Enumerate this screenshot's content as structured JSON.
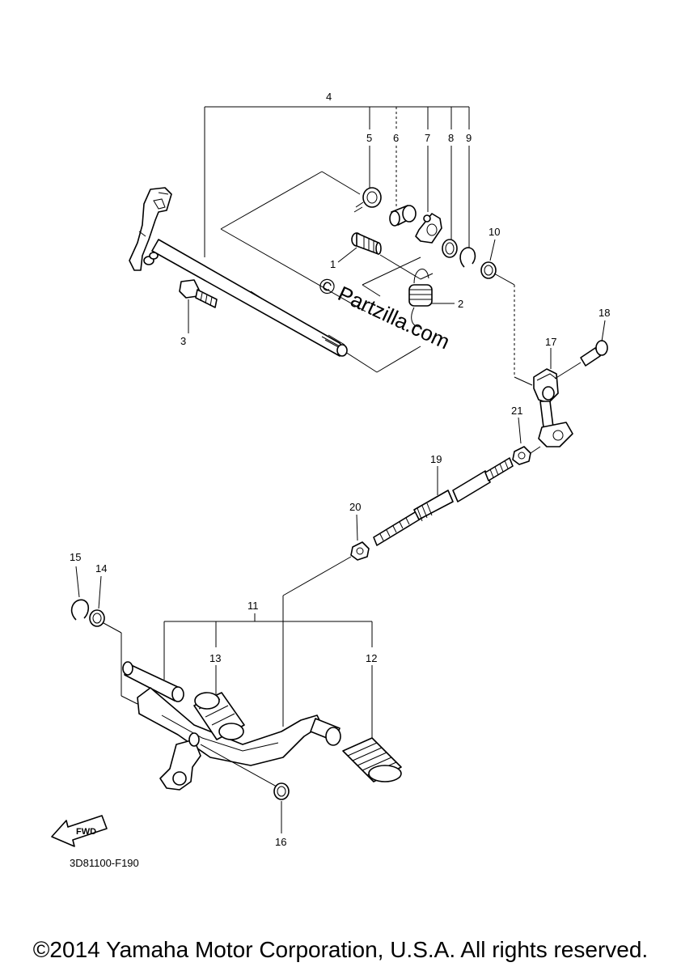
{
  "callouts": [
    {
      "id": "4",
      "text": "4"
    },
    {
      "id": "5",
      "text": "5"
    },
    {
      "id": "6",
      "text": "6"
    },
    {
      "id": "7",
      "text": "7"
    },
    {
      "id": "8",
      "text": "8"
    },
    {
      "id": "9",
      "text": "9"
    },
    {
      "id": "10",
      "text": "10"
    },
    {
      "id": "1",
      "text": "1"
    },
    {
      "id": "2",
      "text": "2"
    },
    {
      "id": "3",
      "text": "3"
    },
    {
      "id": "18",
      "text": "18"
    },
    {
      "id": "17",
      "text": "17"
    },
    {
      "id": "21",
      "text": "21"
    },
    {
      "id": "19",
      "text": "19"
    },
    {
      "id": "20",
      "text": "20"
    },
    {
      "id": "15",
      "text": "15"
    },
    {
      "id": "14",
      "text": "14"
    },
    {
      "id": "11",
      "text": "11"
    },
    {
      "id": "13",
      "text": "13"
    },
    {
      "id": "12",
      "text": "12"
    },
    {
      "id": "16",
      "text": "16"
    }
  ],
  "watermark": "© Partzilla.com",
  "fwd_label": "FWD",
  "diagram_code": "3D81100-F190",
  "copyright": "©2014 Yamaha Motor Corporation, U.S.A. All rights reserved."
}
